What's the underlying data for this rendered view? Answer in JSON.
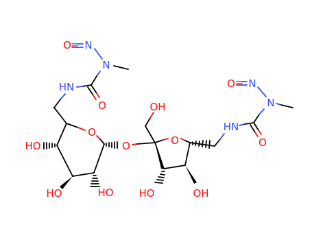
{
  "colors": {
    "carbon": "#000000",
    "oxygen": "#ff0d0d",
    "nitrogen": "#3050f8",
    "background": "#ffffff"
  },
  "atoms": {
    "o_nitroso_left": "O",
    "eq_left": "=",
    "n_nitroso_left": "N",
    "n_methyl_left": "N",
    "nh_left": "HN",
    "o_carbonyl_left": "O",
    "o_ring_pyranose": "O",
    "o_glycosidic": "O",
    "oh_c4": "HO",
    "oh_c3": "HO",
    "oh_c2": "HO",
    "oh_ch2": "OH",
    "o_ring_furanose": "O",
    "oh_f3": "HO",
    "oh_f4": "OH",
    "nh_right": "HN",
    "o_carbonyl_right": "O",
    "o_nitroso_right": "O",
    "eq_right": "=",
    "n_nitroso_right": "N",
    "n_methyl_right": "N"
  }
}
